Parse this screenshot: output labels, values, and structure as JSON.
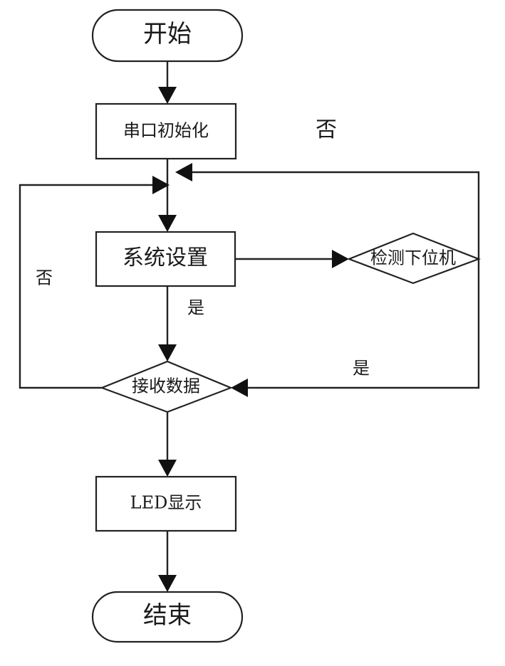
{
  "diagram": {
    "nodes": {
      "start": "开始",
      "serial_init": "串口初始化",
      "system_settings": "系统设置",
      "detect_slave": "检测下位机",
      "receive_data": "接收数据",
      "led_display": "LED显示",
      "end": "结束"
    },
    "edge_labels": {
      "no_top": "否",
      "no_left": "否",
      "yes_system_to_receive": "是",
      "yes_detect_to_receive": "是"
    }
  }
}
